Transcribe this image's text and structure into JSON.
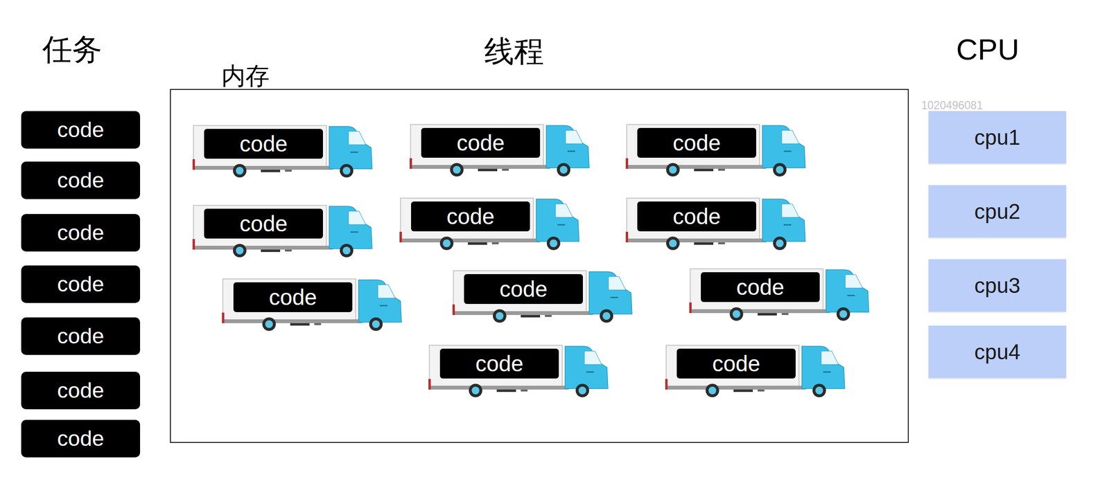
{
  "diagram": {
    "nodes": [
      {
        "text": [
          "code"
        ]
      },
      {
        "text": [
          "code"
        ]
      },
      {
        "text": [
          "code"
        ]
      },
      {
        "text": [
          "code"
        ]
      },
      {
        "text": [
          "code"
        ]
      },
      {
        "text": [
          "code"
        ]
      },
      {
        "text": [
          "code"
        ]
      },
      {
        "text": [
          "内存"
        ]
      },
      {
        "text": [
          "code"
        ],
        "in": 7
      },
      {
        "text": [
          "code"
        ],
        "in": 7
      },
      {
        "text": [
          "code"
        ],
        "in": 7
      },
      {
        "text": [
          "code"
        ],
        "in": 7
      },
      {
        "text": [
          "code"
        ],
        "in": 7
      },
      {
        "text": [
          "code"
        ],
        "in": 7
      },
      {
        "text": [
          "code"
        ],
        "in": 7
      },
      {
        "text": [
          "code"
        ],
        "in": 7
      },
      {
        "text": [
          "code"
        ],
        "in": 7
      },
      {
        "text": [
          "code"
        ],
        "in": 7
      },
      {
        "text": [
          "code"
        ],
        "in": 7
      },
      {
        "text": [
          "cpu1"
        ]
      },
      {
        "text": [
          "cpu2"
        ]
      },
      {
        "text": [
          "cpu3"
        ]
      },
      {
        "text": [
          "cpu4"
        ]
      }
    ],
    "labels": [
      "任务",
      "线程",
      "CPU",
      "1020496081"
    ]
  }
}
